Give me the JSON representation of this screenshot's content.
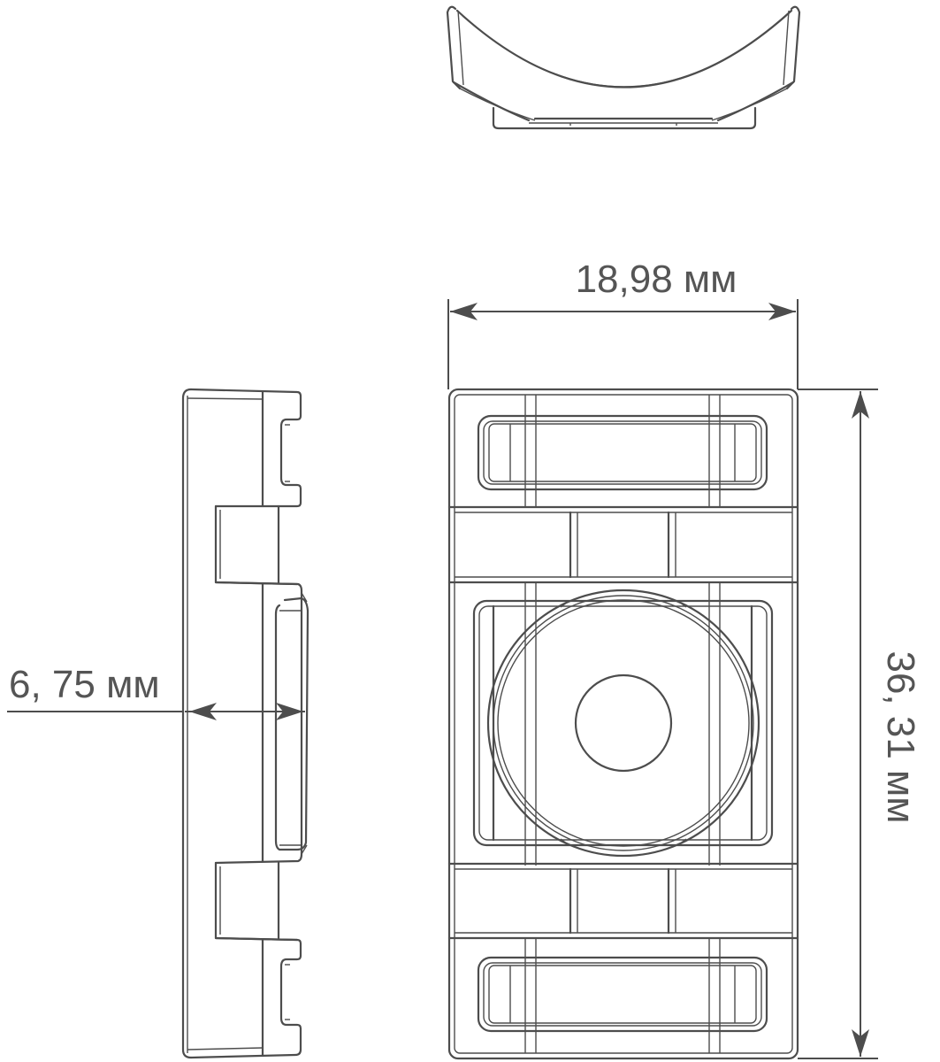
{
  "diagram": {
    "type": "technical-drawing",
    "views": [
      "top-view-curved-saddle",
      "side-view",
      "front-view"
    ],
    "line_color": "#4d4d4d",
    "text_color": "#555555",
    "background": "#ffffff"
  },
  "dimensions": {
    "width": {
      "label": "18,98 мм",
      "value": 18.98,
      "unit": "мм"
    },
    "height": {
      "label": "36, 31 мм",
      "value": 36.31,
      "unit": "мм"
    },
    "depth": {
      "label": "6, 75 мм",
      "value": 6.75,
      "unit": "мм"
    }
  }
}
